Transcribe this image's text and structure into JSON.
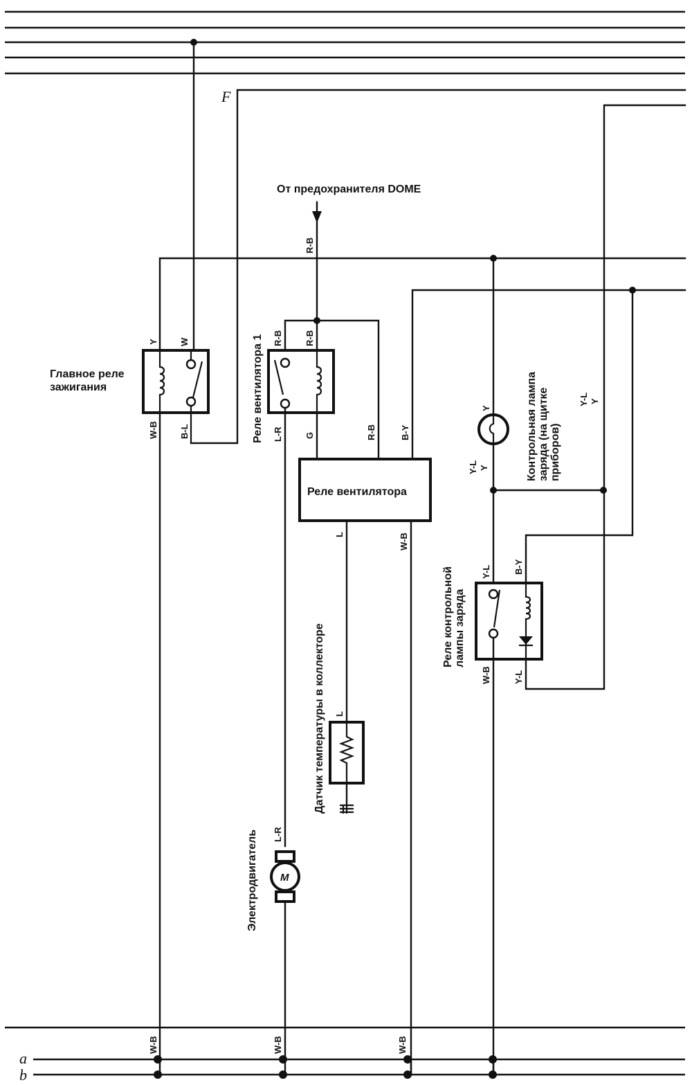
{
  "diagram": {
    "type": "automotive wiring schematic",
    "background": "#ffffff",
    "ink": "#111111",
    "connectors": {
      "top_connector": "F",
      "bottom_buses": [
        "a",
        "b"
      ]
    },
    "labels": {
      "dome_source": "От предохранителя DOME",
      "main_relay_line1": "Главное реле",
      "main_relay_line2": "зажигания",
      "fan_relay_1": "Реле вентилятора 1",
      "fan_relay": "Реле вентилятора",
      "temp_sensor": "Датчик температуры в коллекторе",
      "motor": "Электродвигатель",
      "motor_symbol": "M",
      "charge_lamp_line1": "Контрольная лампа",
      "charge_lamp_line2": "заряда (на щитке",
      "charge_lamp_line3": "приборов)",
      "charge_relay_line1": "Реле контрольной",
      "charge_relay_line2": "лампы заряда"
    },
    "wire_codes": {
      "dome_feed": "R-B",
      "main_relay_in_coil": "Y",
      "main_relay_in_switch": "W",
      "main_relay_out_coil": "W-B",
      "main_relay_out_switch": "B-L",
      "fan1_in_switch": "R-B",
      "fan1_in_coil": "R-B",
      "fan1_out_switch": "L-R",
      "fan1_out_coil": "G",
      "fan_relay_in_rb": "R-B",
      "fan_relay_in_by": "B-Y",
      "fan_relay_out_l": "L",
      "fan_relay_out_wb": "W-B",
      "sensor_in": "L",
      "motor_in": "L-R",
      "lamp_top": "Y",
      "lamp_bottom_1": "Y-L",
      "lamp_bottom_2": "Y",
      "right_wire_1": "Y-L",
      "right_wire_2": "Y",
      "charge_relay_in_switch": "Y-L",
      "charge_relay_in_coil": "B-Y",
      "charge_relay_out_switch": "W-B",
      "charge_relay_out_coil": "Y-L",
      "ground_1": "W-B",
      "ground_2": "W-B",
      "ground_3": "W-B"
    }
  }
}
